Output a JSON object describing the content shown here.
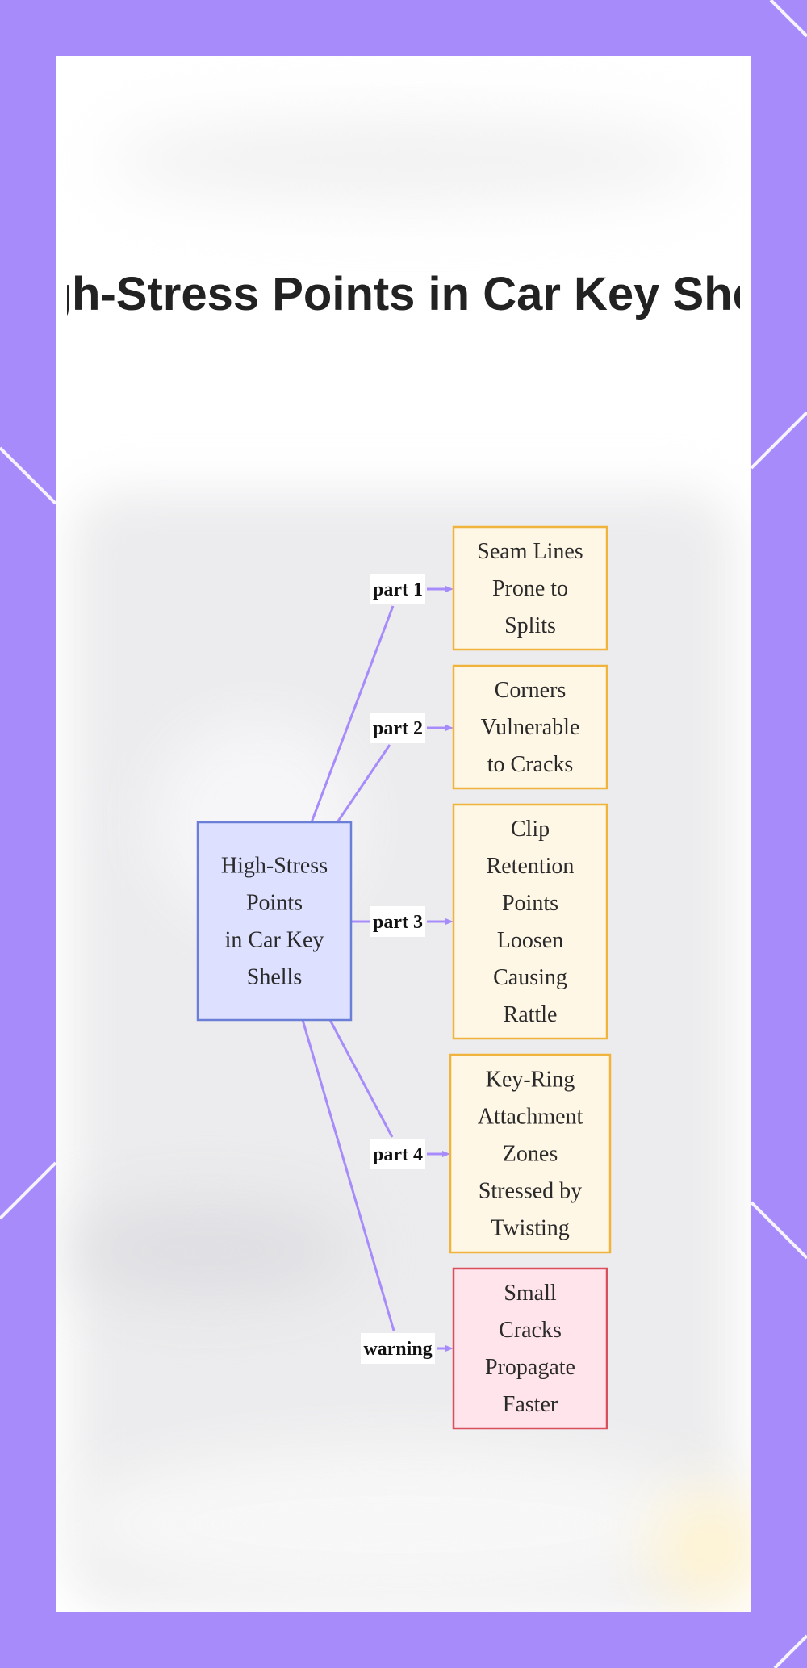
{
  "title": "High-Stress Points in Car Key Shells",
  "colors": {
    "background": "#a78bfa",
    "edge": "#a78bfa",
    "center_fill": "#dde0ff",
    "center_stroke": "#6b7fd7",
    "part_fill": "#fff7e6",
    "part_stroke": "#f0b43c",
    "warning_fill": "#ffe4ec",
    "warning_stroke": "#d94f5c"
  },
  "diagram": {
    "center": {
      "lines": [
        "High-Stress",
        "Points",
        "in Car Key",
        "Shells"
      ]
    },
    "nodes": [
      {
        "label": "part 1",
        "kind": "part",
        "lines": [
          "Seam Lines",
          "Prone to",
          "Splits"
        ]
      },
      {
        "label": "part 2",
        "kind": "part",
        "lines": [
          "Corners",
          "Vulnerable",
          "to Cracks"
        ]
      },
      {
        "label": "part 3",
        "kind": "part",
        "lines": [
          "Clip",
          "Retention",
          "Points",
          "Loosen",
          "Causing",
          "Rattle"
        ]
      },
      {
        "label": "part 4",
        "kind": "part",
        "lines": [
          "Key-Ring",
          "Attachment",
          "Zones",
          "Stressed by",
          "Twisting"
        ]
      },
      {
        "label": "warning",
        "kind": "warning",
        "lines": [
          "Small",
          "Cracks",
          "Propagate",
          "Faster"
        ]
      }
    ]
  }
}
